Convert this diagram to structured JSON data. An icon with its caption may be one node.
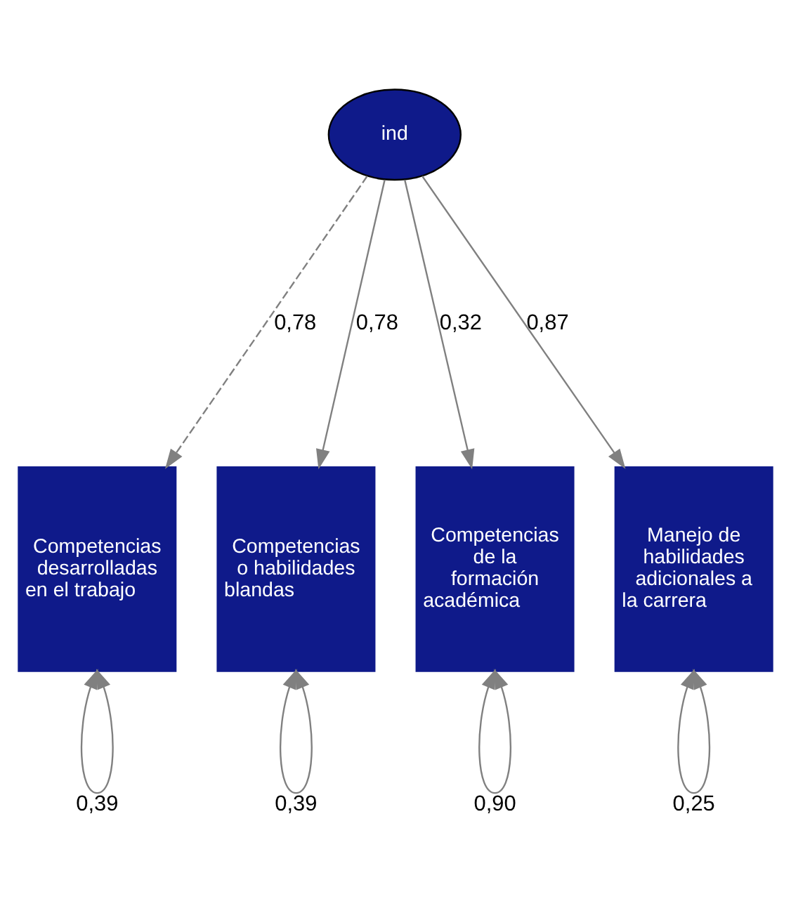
{
  "diagram": {
    "nodes": [
      {
        "text": [
          "ind"
        ]
      },
      {
        "text": [
          "Competencias desarrolladas en el trabajo"
        ]
      },
      {
        "text": [
          "Competencias o habilidades blandas"
        ]
      },
      {
        "text": [
          "Competencias de la formación académica"
        ]
      },
      {
        "text": [
          "Manejo de habilidades adicionales a la carrera"
        ]
      }
    ],
    "edges": [
      {
        "from": 0,
        "to": 1,
        "arrow": "to",
        "label": "0,78",
        "style": "dashed"
      },
      {
        "from": 0,
        "to": 2,
        "arrow": "to",
        "label": "0,78"
      },
      {
        "from": 0,
        "to": 3,
        "arrow": "to",
        "label": "0,32"
      },
      {
        "from": 0,
        "to": 4,
        "arrow": "to",
        "label": "0,87"
      },
      {
        "from": 1,
        "to": 1,
        "arrow": "both",
        "label": "0,39"
      },
      {
        "from": 2,
        "to": 2,
        "arrow": "both",
        "label": "0,39"
      },
      {
        "from": 3,
        "to": 3,
        "arrow": "both",
        "label": "0,90"
      },
      {
        "from": 4,
        "to": 4,
        "arrow": "both",
        "label": "0,25"
      }
    ]
  }
}
